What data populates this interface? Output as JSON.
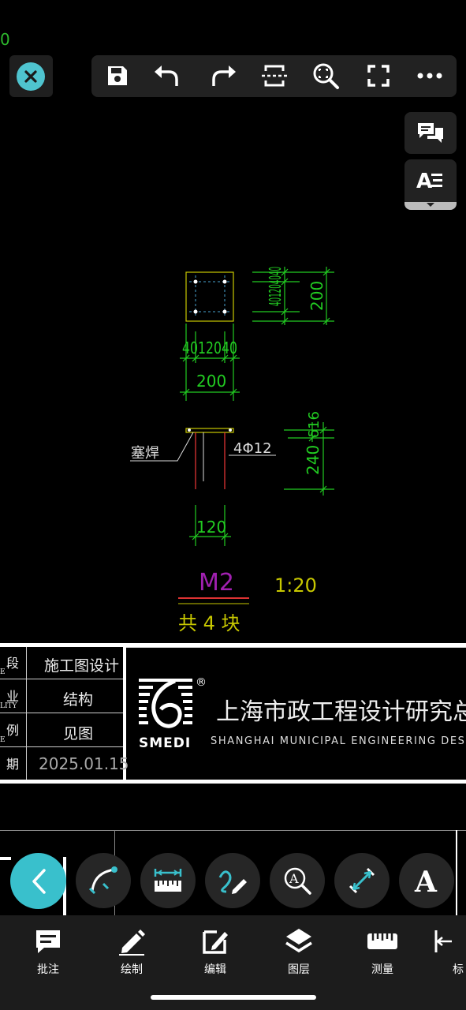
{
  "top_toolbar": {
    "close_icon": "close-icon",
    "buttons": [
      "save-icon",
      "undo-icon",
      "redo-icon",
      "fit-width-icon",
      "zoom-icon",
      "fullscreen-icon",
      "more-icon"
    ]
  },
  "edge_text": "0",
  "drawing": {
    "dims_plan": [
      "40",
      "120",
      "40",
      "200"
    ],
    "dim_right_top": "401204040",
    "dim_right": "200",
    "label_weld": "塞焊",
    "label_bars": "4Φ12",
    "dim_height": "240",
    "dim_plate": "δ16",
    "dim_bottom": "120",
    "part_name": "M2",
    "scale": "1:20",
    "quantity": "共 4 块"
  },
  "title_block": {
    "rows": [
      {
        "label": "段",
        "sub": "E",
        "value": "施工图设计"
      },
      {
        "label": "业",
        "sub": "LITY",
        "value": "结构"
      },
      {
        "label": "例",
        "sub": "E",
        "value": "见图"
      },
      {
        "label": "期",
        "sub": "",
        "value": "2025.01.15"
      }
    ],
    "logo_text": "SMEDI",
    "company_cn": "上海市政工程设计研究总",
    "company_en": "SHANGHAI MUNICIPAL ENGINEERING DES"
  },
  "tool_circles": [
    "back-icon",
    "curve-icon",
    "ruler-icon",
    "pen-draw-icon",
    "text-search-icon",
    "measure-line-icon",
    "text-icon"
  ],
  "bottom_nav": [
    {
      "label": "批注",
      "icon": "comment-icon"
    },
    {
      "label": "绘制",
      "icon": "pencil-icon"
    },
    {
      "label": "编辑",
      "icon": "edit-icon"
    },
    {
      "label": "图层",
      "icon": "layers-icon"
    },
    {
      "label": "测量",
      "icon": "ruler-icon"
    },
    {
      "label": "标",
      "icon": "dimension-icon"
    }
  ]
}
